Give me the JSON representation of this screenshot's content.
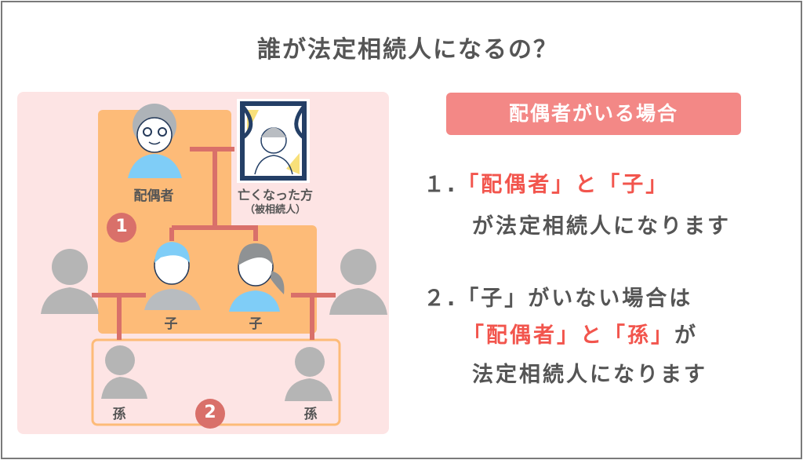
{
  "title": "誰が法定相続人になるの？",
  "diagram": {
    "spouse_label": "配偶者",
    "deceased_label": "亡くなった方",
    "deceased_sub": "（被相続人）",
    "child_label": "子",
    "grandchild_label": "孫",
    "badge1": "1",
    "badge2": "2"
  },
  "case_header": "配偶者がいる場合",
  "rule1": {
    "num": "１.",
    "red": "「配偶者」と「子」",
    "rest": "が法定相続人になります"
  },
  "rule2": {
    "num": "２.",
    "line1": "「子」がいない場合は",
    "red": "「配偶者」と「孫」",
    "suffix": "が",
    "line3": "法定相続人になります"
  },
  "colors": {
    "panel": "#fde4e4",
    "orange": "#fdbb78",
    "line": "#d9706a",
    "accent": "#f38886",
    "red_text": "#f2554d"
  }
}
